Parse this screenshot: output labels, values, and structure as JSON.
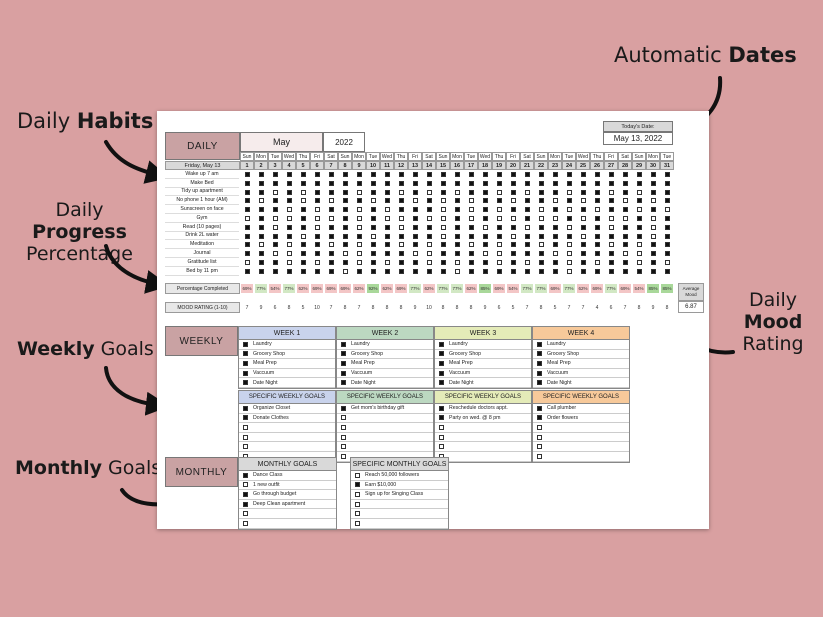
{
  "callouts": {
    "dates_prefix": "Automatic ",
    "dates_bold": "Dates",
    "habits_prefix": "Daily ",
    "habits_bold": "Habits",
    "progress_prefix": "Daily ",
    "progress_bold": "Progress",
    "progress_line2": "Percentage",
    "weekly_bold": "Weekly",
    "weekly_suffix": " Goals",
    "monthly_bold": "Monthly",
    "monthly_suffix": " Goals",
    "mood_line1": "Daily",
    "mood_bold": "Mood",
    "mood_line3": "Rating"
  },
  "sheet": {
    "daily_label": "DAILY",
    "month": "May",
    "year": "2022",
    "today_label": "Today's Date:",
    "today_value": "May 13, 2022",
    "current_day": "Friday, May 13",
    "weekdays": [
      "Sun",
      "Mon",
      "Tue",
      "Wed",
      "Thu",
      "Fri",
      "Sat",
      "Sun",
      "Mon",
      "Tue",
      "Wed",
      "Thu",
      "Fri",
      "Sat",
      "Sun",
      "Mon",
      "Tue",
      "Wed",
      "Thu",
      "Fri",
      "Sat",
      "Sun",
      "Mon",
      "Tue",
      "Wed",
      "Thu",
      "Fri",
      "Sat",
      "Sun",
      "Mon",
      "Tue"
    ],
    "days": [
      "1",
      "2",
      "3",
      "4",
      "5",
      "6",
      "7",
      "8",
      "9",
      "10",
      "11",
      "12",
      "13",
      "14",
      "15",
      "16",
      "17",
      "18",
      "19",
      "20",
      "21",
      "22",
      "23",
      "24",
      "25",
      "26",
      "27",
      "28",
      "29",
      "30",
      "31"
    ],
    "habits": [
      "Wake up 7 am",
      "Make Bed",
      "Tidy up apartment",
      "No phone 1 hour (AM)",
      "Sunscreen on face",
      "Gym",
      "Read (10 pages)",
      "Drink 2L water",
      "Meditation",
      "Journal",
      "Gratitude list",
      "Bed by 11 pm"
    ],
    "habit_checks": [
      "1111111111111111111111111111111",
      "1111111111111111111111111111111",
      "1101011101101010110101101101011",
      "1011010110110101011011010110101",
      "1110101101011101010110101011010",
      "0100100101001001010010010100101",
      "1101101101101101101101101101101",
      "1111011110111101111011110111101",
      "1010110101101011010110101101011",
      "1100111001110011100111001110011",
      "0110101101011010110101101011010",
      "1111111011111110111111101111111"
    ],
    "pct_label": "Percentage Completed",
    "percentages": [
      "69%",
      "77%",
      "54%",
      "77%",
      "62%",
      "69%",
      "69%",
      "69%",
      "62%",
      "92%",
      "62%",
      "69%",
      "77%",
      "62%",
      "77%",
      "77%",
      "62%",
      "85%",
      "69%",
      "54%",
      "77%",
      "77%",
      "69%",
      "77%",
      "62%",
      "69%",
      "77%",
      "69%",
      "54%",
      "85%",
      "85%"
    ],
    "pct_colors": [
      "#f3c6c6",
      "#d2e8c4",
      "#f3c6c6",
      "#d2e8c4",
      "#f3c6c6",
      "#f3c6c6",
      "#f3c6c6",
      "#f3c6c6",
      "#f3c6c6",
      "#a9d89a",
      "#f3c6c6",
      "#f3c6c6",
      "#d2e8c4",
      "#f3c6c6",
      "#d2e8c4",
      "#d2e8c4",
      "#f3c6c6",
      "#a9d89a",
      "#f3c6c6",
      "#f3c6c6",
      "#d2e8c4",
      "#d2e8c4",
      "#f3c6c6",
      "#d2e8c4",
      "#f3c6c6",
      "#f3c6c6",
      "#d2e8c4",
      "#f3c6c6",
      "#f3c6c6",
      "#a9d89a",
      "#a9d89a"
    ],
    "mood_label": "MOOD RATING (1-10)",
    "mood_values": [
      "7",
      "9",
      "6",
      "8",
      "5",
      "10",
      "7",
      "8",
      "7",
      "8",
      "8",
      "8",
      "9",
      "10",
      "8",
      "8",
      "8",
      "9",
      "6",
      "5",
      "7",
      "8",
      "5",
      "7",
      "7",
      "4",
      "6",
      "7",
      "8",
      "9",
      "8"
    ],
    "avg_label": "Average Mood",
    "avg_value": "6.87",
    "weekly_label": "WEEKLY",
    "weeks": [
      {
        "title": "WEEK 1",
        "color": "#c9d3ec",
        "items": [
          "Laundry",
          "Grocery Shop",
          "Meal Prep",
          "Vaccuum",
          "Date Night"
        ]
      },
      {
        "title": "WEEK 2",
        "color": "#bcd8c1",
        "items": [
          "Laundry",
          "Grocery Shop",
          "Meal Prep",
          "Vaccuum",
          "Date Night"
        ]
      },
      {
        "title": "WEEK 3",
        "color": "#e4ebb8",
        "items": [
          "Laundry",
          "Grocery Shop",
          "Meal Prep",
          "Vaccuum",
          "Date Night"
        ]
      },
      {
        "title": "WEEK 4",
        "color": "#f7c99a",
        "items": [
          "Laundry",
          "Grocery Shop",
          "Meal Prep",
          "Vaccuum",
          "Date Night"
        ]
      }
    ],
    "specific_title": "SPECIFIC WEEKLY GOALS",
    "specific": [
      {
        "color": "#c9d3ec",
        "items": [
          "Organize Closet",
          "Donate Clothes",
          "",
          "",
          "",
          ""
        ]
      },
      {
        "color": "#bcd8c1",
        "items": [
          "Get mom's birthday gift",
          "",
          "",
          "",
          "",
          ""
        ]
      },
      {
        "color": "#e4ebb8",
        "items": [
          "Reschedule doctors appt.",
          "Party on wed. @ 8 pm",
          "",
          "",
          "",
          ""
        ]
      },
      {
        "color": "#f7c99a",
        "items": [
          "Call plumber",
          "Order flowers",
          "",
          "",
          "",
          ""
        ]
      }
    ],
    "monthly_label": "MONTHLY",
    "monthly_goals_title": "MONTHLY GOALS",
    "monthly_goals": [
      "Dance Class",
      "1 new outfit",
      "Go through budget",
      "Deep Clean apartment",
      "",
      ""
    ],
    "monthly_goals_checked": [
      1,
      0,
      1,
      1,
      0,
      0
    ],
    "specific_monthly_title": "SPECIFIC MONTHLY GOALS",
    "specific_monthly": [
      "Reach 50,000 followers",
      "Earn $10,000",
      "Sign up for Singing Class",
      "",
      "",
      ""
    ],
    "specific_monthly_checked": [
      0,
      1,
      0,
      0,
      0,
      0
    ]
  }
}
